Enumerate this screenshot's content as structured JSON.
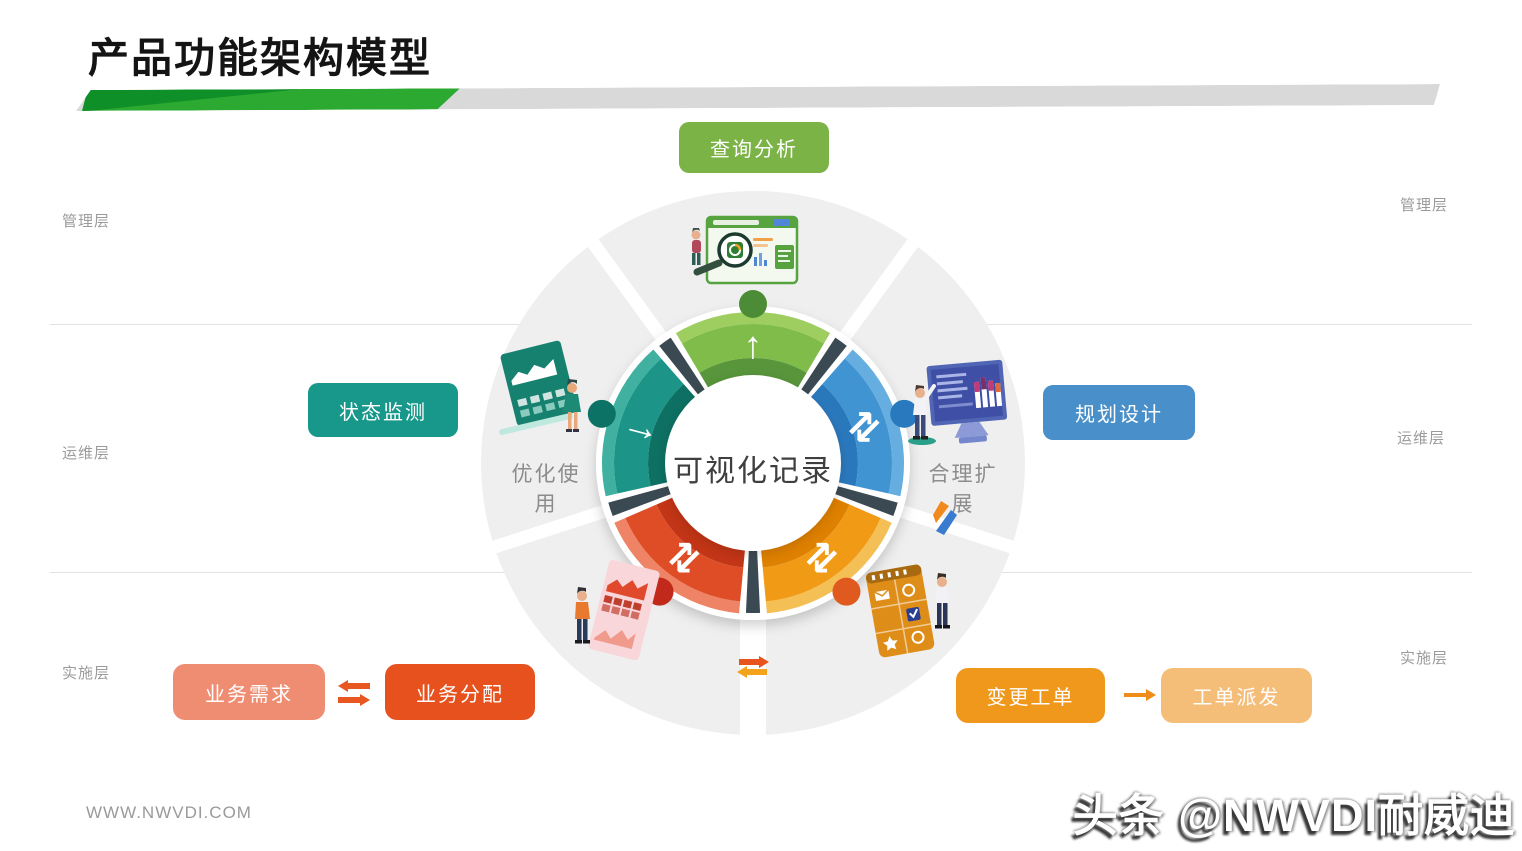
{
  "page": {
    "title": "产品功能架构模型"
  },
  "palette": {
    "ribbon_green": "#2ca930",
    "ribbon_green_dark": "#0f8f27",
    "ribbon_gray": "#d9d9d9",
    "circle_gray": "#efefef",
    "separator_slate": "#3a4a52",
    "accent_orange": "#e8571f"
  },
  "layers": {
    "left": [
      "管理层",
      "运维层",
      "实施层"
    ],
    "right": [
      "管理层",
      "运维层",
      "实施层"
    ]
  },
  "buttons": {
    "query": "查询分析",
    "monitor": "状态监测",
    "plan": "规划设计",
    "demand": "业务需求",
    "assign": "业务分配",
    "change": "变更工单",
    "dispatch": "工单派发"
  },
  "donut": {
    "center_label": "可视化记录",
    "sector_label_left": "优化使用",
    "sector_label_right": "合理扩展",
    "segments": [
      {
        "id": "query",
        "angle": 90,
        "icon": "↑",
        "icon_rot": 0,
        "light": "#9fce60",
        "main": "#7fbc4a",
        "dark": "#59953b",
        "dot": "#4c8c36"
      },
      {
        "id": "plan",
        "angle": 18,
        "icon": "⇄",
        "icon_rot": -45,
        "light": "#66ade0",
        "main": "#4094d2",
        "dark": "#2a78bc",
        "dot": "#2979be"
      },
      {
        "id": "dispatch",
        "angle": 306,
        "icon": "⇄",
        "icon_rot": -45,
        "light": "#f4c055",
        "main": "#f19a14",
        "dark": "#de8006",
        "dot": "#e05a20"
      },
      {
        "id": "assign",
        "angle": 234,
        "icon": "⇄",
        "icon_rot": -45,
        "light": "#ee8465",
        "main": "#de4e26",
        "dark": "#c23418",
        "dot": "#c12a1b"
      },
      {
        "id": "monitor",
        "angle": 162,
        "icon": "→",
        "icon_rot": 15,
        "light": "#3fb0a0",
        "main": "#1e9488",
        "dark": "#0d6f64",
        "dot": "#0b7265"
      }
    ]
  },
  "footer": {
    "url": "WWW.NWVDI.COM",
    "watermark": "头条 @NWVDI耐威迪"
  }
}
